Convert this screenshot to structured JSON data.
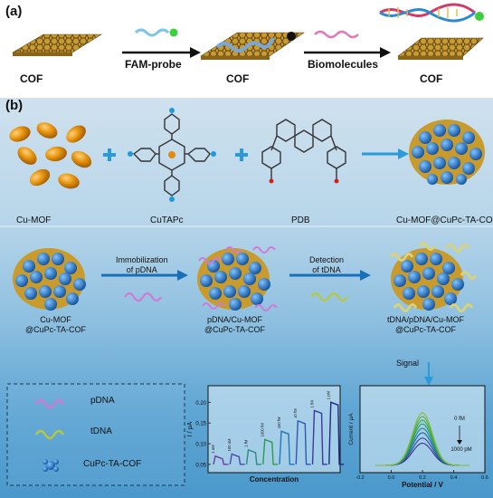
{
  "panel_a": {
    "label": "(a)",
    "cof_left": "COF",
    "step1": "FAM-probe",
    "cof_mid": "COF",
    "step2": "Biomolecules",
    "cof_right": "COF"
  },
  "panel_b": {
    "label": "(b)",
    "reagents": {
      "cu_mof": "Cu-MOF",
      "cutapc": "CuTAPc",
      "pdb": "PDB",
      "product": "Cu-MOF@CuPc-TA-COF"
    },
    "stage": {
      "left_l1": "Cu-MOF",
      "left_l2": "@CuPc-TA-COF",
      "arrow1_l1": "Immobilization",
      "arrow1_l2": "of pDNA",
      "mid_l1": "pDNA/Cu-MOF",
      "mid_l2": "@CuPc-TA-COF",
      "arrow2_l1": "Detection",
      "arrow2_l2": "of tDNA",
      "right_l1": "tDNA/pDNA/Cu-MOF",
      "right_l2": "@CuPc-TA-COF",
      "signal": "Signal"
    },
    "legend": {
      "pdna": "pDNA",
      "tdna": "tDNA",
      "cupc": "CuPc-TA-COF"
    },
    "colors": {
      "cof_gold": "#c99a2c",
      "pdna": "#d07ad6",
      "tdna": "#b5c93a",
      "cupc_blue": "#1f6fc0",
      "mof_orange": "#d9860f"
    }
  },
  "chart_data": [
    {
      "type": "line",
      "xlabel": "Concentration",
      "ylabel": "I / µA",
      "yticks": [
        "0.05",
        "0.10",
        "0.15",
        "0.20"
      ],
      "ylim": [
        0.03,
        0.24
      ],
      "annotations": [
        "1 aM",
        "100 aM",
        "1 fM",
        "1000 fM",
        "100 fM",
        "10 fM",
        "1 fM",
        "1 pM"
      ],
      "series": [
        {
          "peak": 0.07,
          "color": "#6a3c9e"
        },
        {
          "peak": 0.075,
          "color": "#4a4aa8"
        },
        {
          "peak": 0.085,
          "color": "#2a8c7c"
        },
        {
          "peak": 0.11,
          "color": "#2a9e4a"
        },
        {
          "peak": 0.13,
          "color": "#1f7ab8"
        },
        {
          "peak": 0.155,
          "color": "#2f58b8"
        },
        {
          "peak": 0.18,
          "color": "#3a3aa0"
        },
        {
          "peak": 0.2,
          "color": "#1c2c88"
        }
      ]
    },
    {
      "type": "line",
      "xlabel": "Potential / V",
      "ylabel": "Current / µA",
      "xticks": [
        "-0.2",
        "0.0",
        "0.2",
        "0.4",
        "0.6"
      ],
      "xlim": [
        -0.2,
        0.6
      ],
      "annotations": [
        "0 fM",
        "1000 pM"
      ],
      "series": [
        {
          "peak": 0.3,
          "color": "#3e2b86"
        },
        {
          "peak": 0.37,
          "color": "#2f4a9c"
        },
        {
          "peak": 0.44,
          "color": "#1f6a9e"
        },
        {
          "peak": 0.5,
          "color": "#1f8a8e"
        },
        {
          "peak": 0.56,
          "color": "#2a9a6a"
        },
        {
          "peak": 0.61,
          "color": "#3aa84e"
        },
        {
          "peak": 0.66,
          "color": "#5cb43a"
        },
        {
          "peak": 0.71,
          "color": "#8ab83a"
        }
      ]
    }
  ]
}
